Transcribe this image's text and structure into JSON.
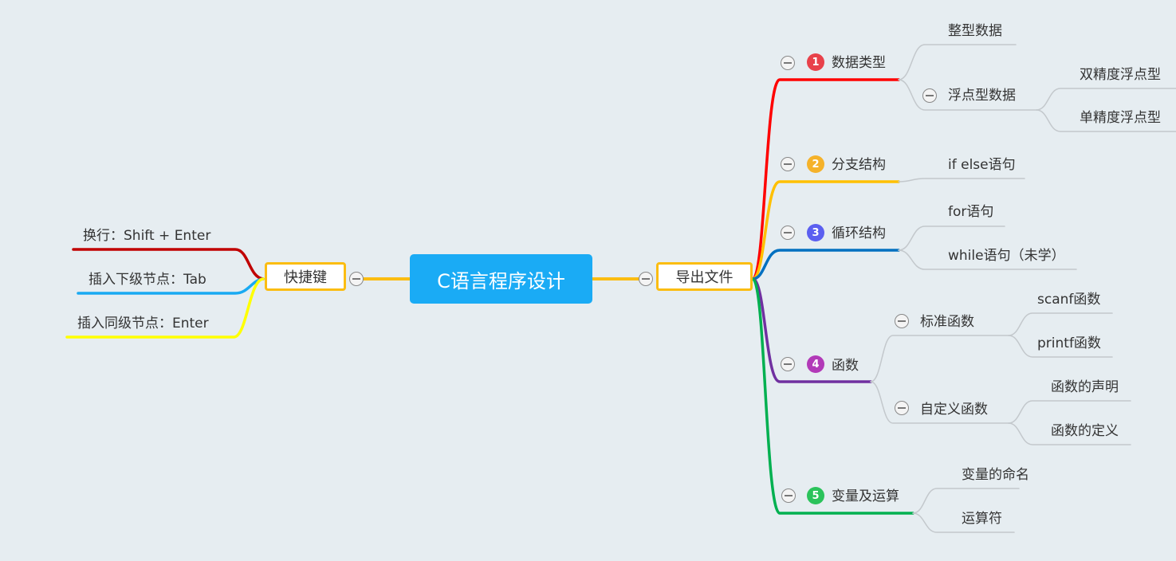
{
  "root": {
    "label": "C语言程序设计",
    "color": "#1aabf5"
  },
  "left_branch": {
    "label": "快捷键",
    "children": [
      {
        "label": "换行：Shift + Enter",
        "color": "#c00000"
      },
      {
        "label": "插入下级节点：Tab",
        "color": "#19aaf2"
      },
      {
        "label": "插入同级节点：Enter",
        "color": "#ffff00"
      }
    ]
  },
  "right_branch": {
    "label": "导出文件",
    "topics": [
      {
        "num": "1",
        "label": "数据类型",
        "color": "#ff0000",
        "badge_color": "#e8414a",
        "children": [
          {
            "label": "整型数据"
          },
          {
            "label": "浮点型数据",
            "children": [
              {
                "label": "双精度浮点型"
              },
              {
                "label": "单精度浮点型"
              }
            ]
          }
        ]
      },
      {
        "num": "2",
        "label": "分支结构",
        "color": "#ffc000",
        "badge_color": "#f5b22a",
        "children": [
          {
            "label": "if else语句"
          }
        ]
      },
      {
        "num": "3",
        "label": "循环结构",
        "color": "#0070c0",
        "badge_color": "#5b5ff0",
        "children": [
          {
            "label": "for语句"
          },
          {
            "label": "while语句（未学）"
          }
        ]
      },
      {
        "num": "4",
        "label": "函数",
        "color": "#7030a0",
        "badge_color": "#b23ab8",
        "children": [
          {
            "label": "标准函数",
            "children": [
              {
                "label": "scanf函数"
              },
              {
                "label": "printf函数"
              }
            ]
          },
          {
            "label": "自定义函数",
            "children": [
              {
                "label": "函数的声明"
              },
              {
                "label": "函数的定义"
              }
            ]
          }
        ]
      },
      {
        "num": "5",
        "label": "变量及运算",
        "color": "#00b050",
        "badge_color": "#2bc35b",
        "children": [
          {
            "label": "变量的命名"
          },
          {
            "label": "运算符"
          }
        ]
      }
    ]
  },
  "colors": {
    "main_line": "#fbbd12",
    "sub_line": "#c3c8cc",
    "background": "#e6edf1"
  }
}
